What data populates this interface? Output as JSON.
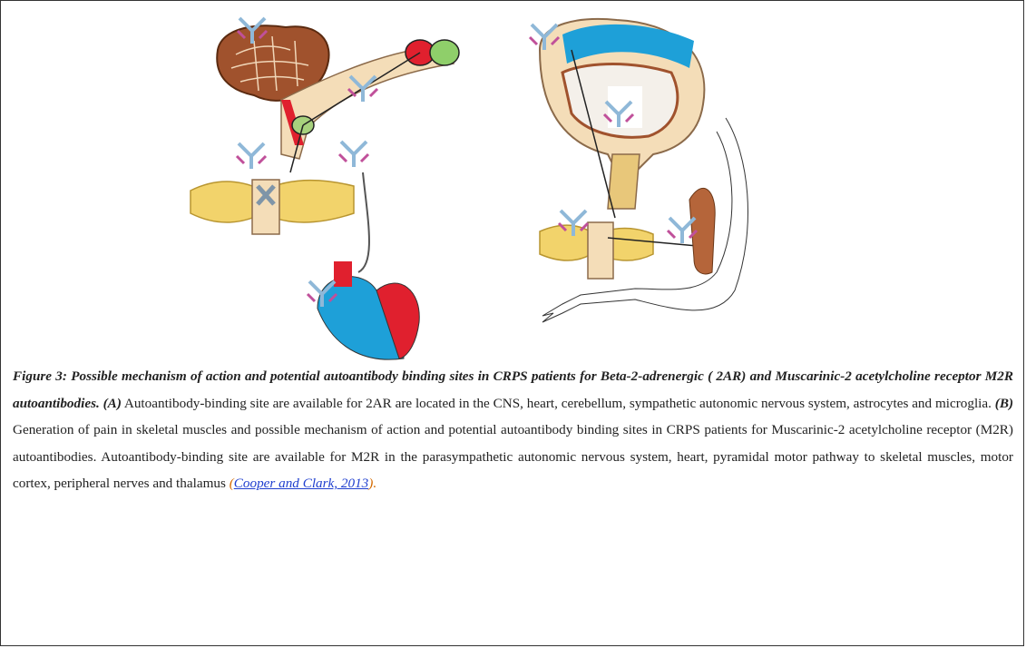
{
  "figure": {
    "caption": {
      "lead": "Figure 3: Possible mechanism of action and potential autoantibody binding sites in CRPS patients for Beta-2-adrenergic (   2AR) and Muscarinic-2 acetylcholine receptor M2R autoantibodies.",
      "label_a": "(A)",
      "text_a": " Autoantibody-binding site are available for 2AR are located in the CNS, heart, cerebellum, sympathetic autonomic nervous system, astrocytes and microglia. ",
      "label_b": "(B)",
      "text_b": " Generation of pain in skeletal muscles and possible mechanism of action and potential autoantibody binding sites in CRPS patients for Muscarinic-2 acetylcholine receptor (M2R) autoantibodies. Autoantibody-binding site are available for M2R in the parasympathetic autonomic nervous system, heart, pyramidal motor pathway to skeletal muscles, motor cortex, peripheral nerves and thalamus ",
      "ref_open": "(",
      "ref_text": "Cooper and Clark, 2013",
      "ref_close": ")."
    },
    "colors": {
      "antibody_blue": "#8fb8d8",
      "antibody_pink": "#c0509a",
      "brain_tissue": "#a0522d",
      "spinal_yellow": "#f2d36b",
      "heart_red": "#e0202e",
      "heart_blue": "#1ea0d8",
      "skin_tan": "#f4ddb8",
      "muscle_brown": "#b5653a"
    }
  }
}
